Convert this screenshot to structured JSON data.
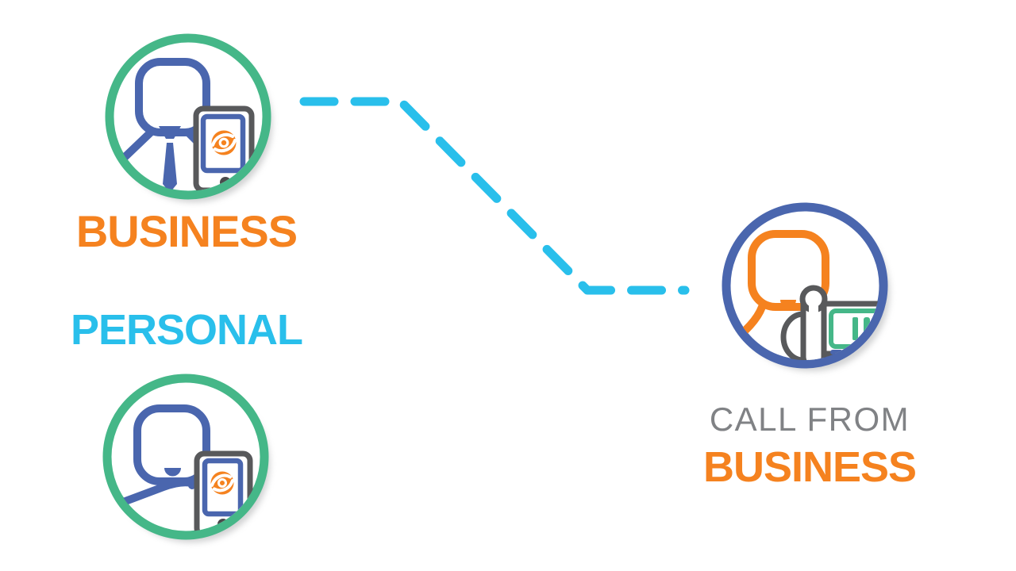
{
  "page": {
    "background": "#FFFFFF"
  },
  "colors": {
    "green": "#45B788",
    "blue": "#4A66AE",
    "orange": "#F5821F",
    "cyan": "#29BFEB",
    "gray": "#58595B",
    "text_gray": "#808285",
    "shadow": "#C9CACB"
  },
  "left_top": {
    "label": "BUSINESS",
    "label_color": "#F5821F",
    "icon": "businessman-with-smartphone"
  },
  "left_middle": {
    "label": "PERSONAL",
    "label_color": "#29BFEB",
    "icon": "person-with-smartphone"
  },
  "right": {
    "label_line1": "CALL FROM",
    "label_line1_color": "#808285",
    "label_line2": "BUSINESS",
    "label_line2_color": "#F5821F",
    "icon": "receptionist-with-caller-id-phone"
  },
  "connector": {
    "style": "dashed",
    "color": "#29BFEB",
    "from": "business-avatar",
    "to": "receptionist-avatar"
  }
}
